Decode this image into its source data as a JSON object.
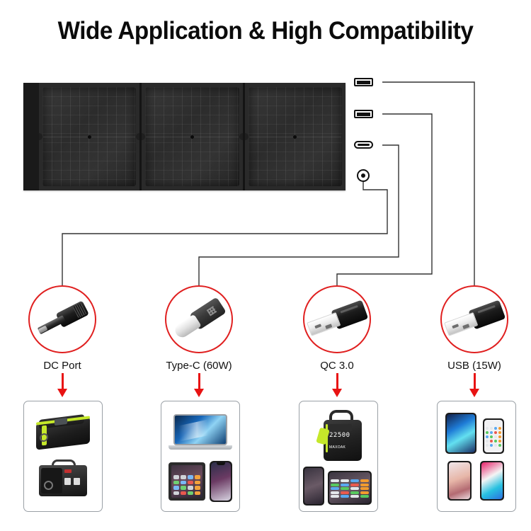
{
  "page": {
    "title": "Wide Application & High Compatibility",
    "background_color": "#ffffff",
    "accent_red": "#e02020",
    "arrow_red": "#e81313"
  },
  "product": {
    "name": "folding-solar-panel",
    "segments": 3,
    "body_color": "#232323"
  },
  "ports": [
    {
      "id": "usb-a-top",
      "icon": "usb-a-icon",
      "label": ""
    },
    {
      "id": "usb-a-second",
      "icon": "usb-a-icon",
      "label": ""
    },
    {
      "id": "usb-c",
      "icon": "usb-c-icon",
      "label": ""
    },
    {
      "id": "dc",
      "icon": "dc-barrel-icon",
      "label": ""
    }
  ],
  "connectors": [
    {
      "id": "dc-port",
      "label": "DC Port",
      "icon": "dc-barrel-plug-icon",
      "devices": [
        "portable-power-station-green",
        "portable-power-station-grey"
      ]
    },
    {
      "id": "type-c",
      "label": "Type-C (60W)",
      "icon": "usb-c-plug-icon",
      "devices": [
        "laptop",
        "tablet",
        "smartphone"
      ]
    },
    {
      "id": "qc-3",
      "label": "QC 3.0",
      "icon": "usb-a-plug-icon",
      "devices": [
        "jump-starter-22500",
        "smartphone",
        "tablet"
      ]
    },
    {
      "id": "usb",
      "label": "USB (15W)",
      "icon": "usb-a-plug-icon",
      "devices": [
        "tablet",
        "smartphone",
        "smartphone",
        "smartphone"
      ]
    }
  ],
  "jump_starter": {
    "capacity": "22500",
    "brand": "MAXOAK"
  }
}
